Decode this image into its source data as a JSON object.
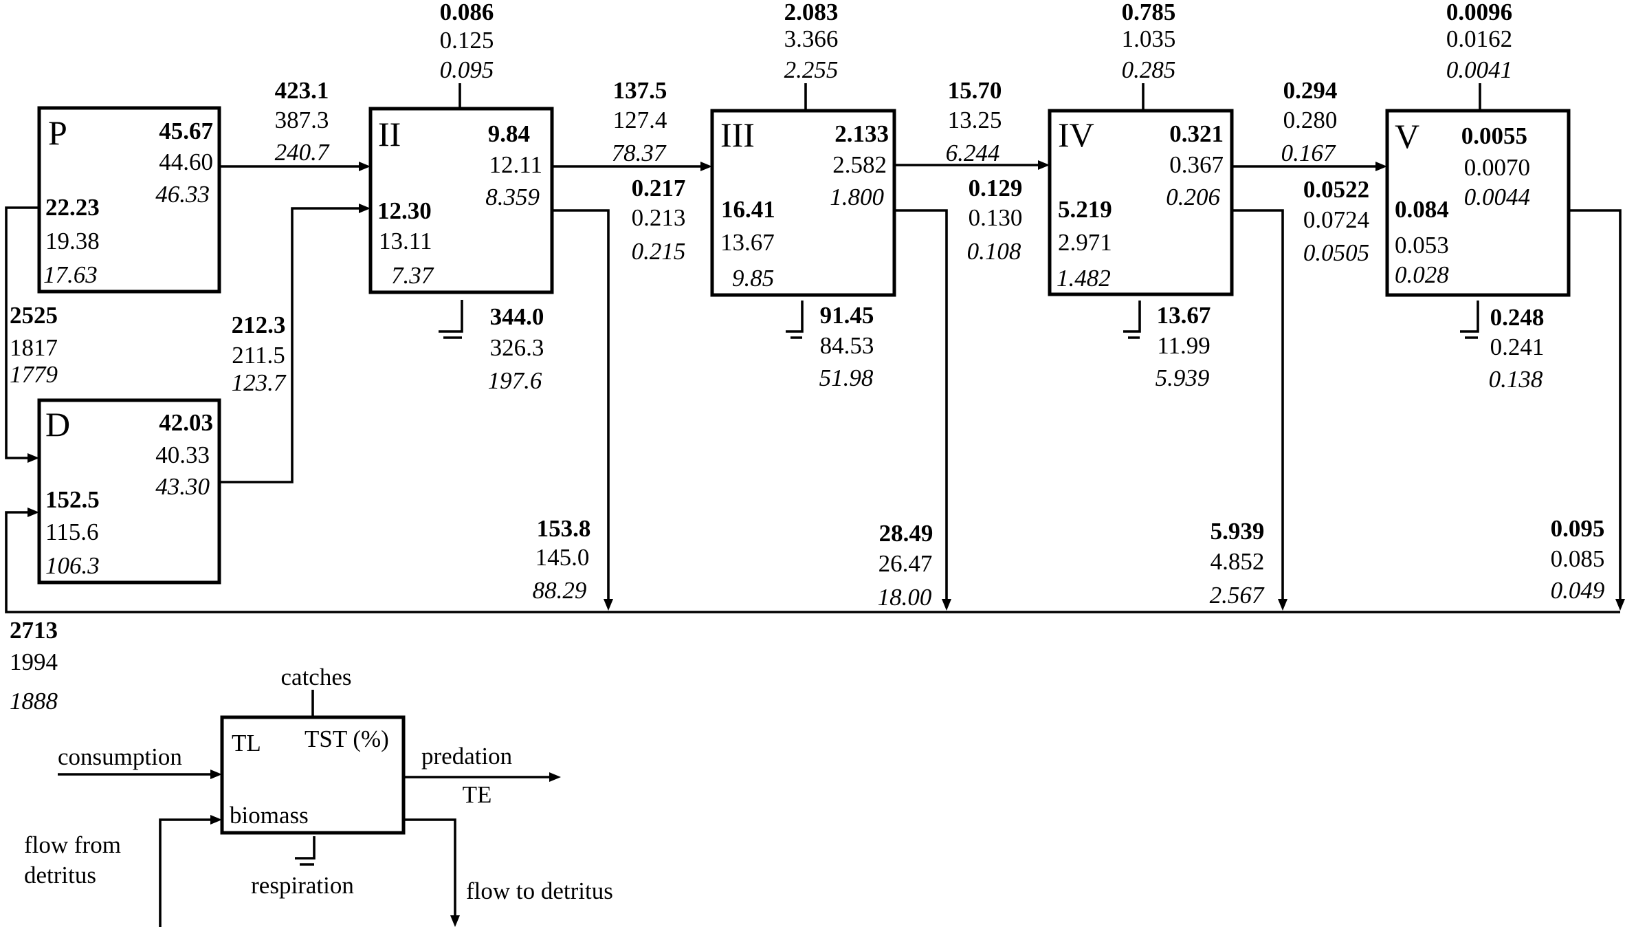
{
  "boxes": {
    "P": {
      "label": "P",
      "tst": [
        "45.67",
        "44.60",
        "46.33"
      ],
      "biomass": [
        "22.23",
        "19.38",
        "17.63"
      ]
    },
    "D": {
      "label": "D",
      "tst": [
        "42.03",
        "40.33",
        "43.30"
      ],
      "biomass": [
        "152.5",
        "115.6",
        "106.3"
      ]
    },
    "II": {
      "label": "II",
      "tst": [
        "9.84",
        "12.11",
        "8.359"
      ],
      "biomass": [
        "12.30",
        "13.11",
        "7.37"
      ]
    },
    "III": {
      "label": "III",
      "tst": [
        "2.133",
        "2.582",
        "1.800"
      ],
      "biomass": [
        "16.41",
        "13.67",
        "9.85"
      ]
    },
    "IV": {
      "label": "IV",
      "tst": [
        "0.321",
        "0.367",
        "0.206"
      ],
      "biomass": [
        "5.219",
        "2.971",
        "1.482"
      ]
    },
    "V": {
      "label": "V",
      "tst": [
        "0.0055",
        "0.0070",
        "0.0044"
      ],
      "biomass": [
        "0.084",
        "0.053",
        "0.028"
      ]
    }
  },
  "catches": {
    "II": [
      "0.086",
      "0.125",
      "0.095"
    ],
    "III": [
      "2.083",
      "3.366",
      "2.255"
    ],
    "IV": [
      "0.785",
      "1.035",
      "0.285"
    ],
    "V": [
      "0.0096",
      "0.0162",
      "0.0041"
    ]
  },
  "consumption": {
    "P_II": [
      "423.1",
      "387.3",
      "240.7"
    ],
    "D_II": [
      "212.3",
      "211.5",
      "123.7"
    ],
    "II_III": [
      "137.5",
      "127.4",
      "78.37"
    ],
    "III_IV": [
      "15.70",
      "13.25",
      "6.244"
    ],
    "IV_V": [
      "0.294",
      "0.280",
      "0.167"
    ]
  },
  "transfer_efficiency": {
    "II": [
      "0.217",
      "0.213",
      "0.215"
    ],
    "III": [
      "0.129",
      "0.130",
      "0.108"
    ],
    "IV": [
      "0.0522",
      "0.0724",
      "0.0505"
    ]
  },
  "respiration": {
    "II": [
      "344.0",
      "326.3",
      "197.6"
    ],
    "III": [
      "91.45",
      "84.53",
      "51.98"
    ],
    "IV": [
      "13.67",
      "11.99",
      "5.939"
    ],
    "V": [
      "0.248",
      "0.241",
      "0.138"
    ]
  },
  "flow_to_detritus": {
    "II": [
      "153.8",
      "145.0",
      "88.29"
    ],
    "III": [
      "28.49",
      "26.47",
      "18.00"
    ],
    "IV": [
      "5.939",
      "4.852",
      "2.567"
    ],
    "V": [
      "0.095",
      "0.085",
      "0.049"
    ]
  },
  "flow_P_to_D": [
    "2525",
    "1817",
    "1779"
  ],
  "detritus_return": [
    "2713",
    "1994",
    "1888"
  ],
  "legend": {
    "catches": "catches",
    "tl": "TL",
    "tst": "TST (%)",
    "consumption": "consumption",
    "predation": "predation",
    "te": "TE",
    "biomass": "biomass",
    "flow_from_1": "flow from",
    "flow_from_2": "detritus",
    "respiration": "respiration",
    "flow_to": "flow to detritus"
  }
}
